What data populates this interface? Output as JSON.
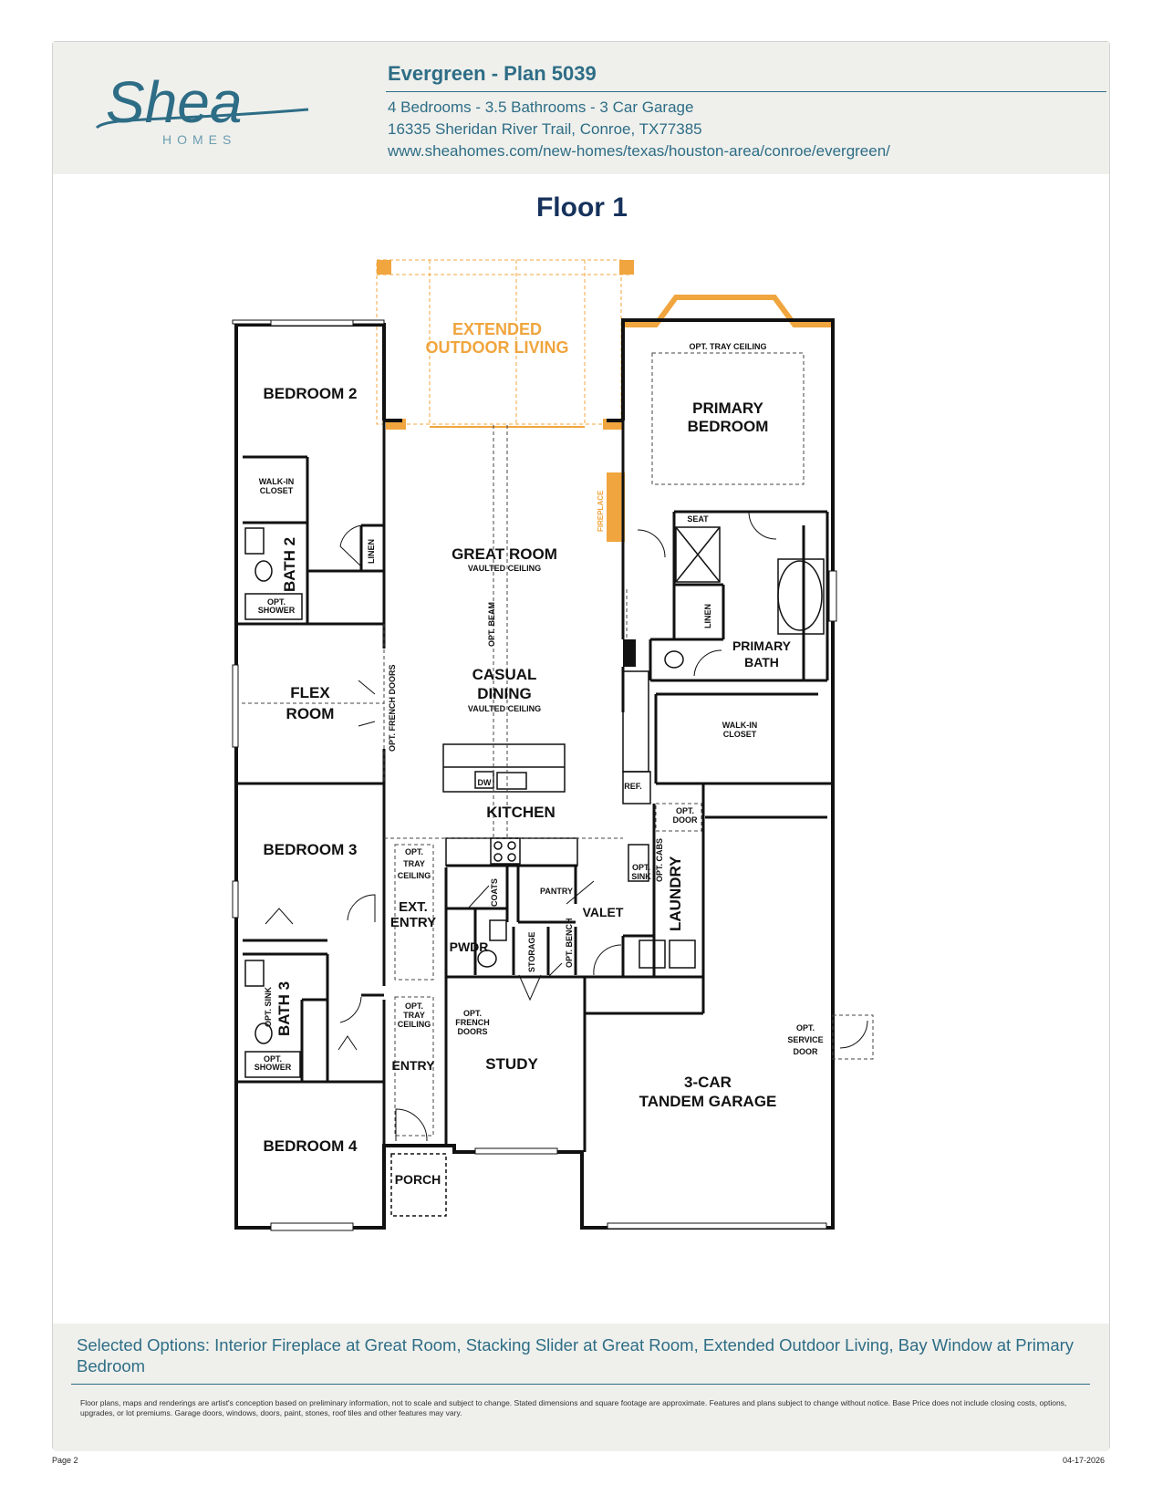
{
  "header": {
    "brand_main": "Shea",
    "brand_sub": "HOMES",
    "plan_title": "Evergreen - Plan 5039",
    "specs": "4 Bedrooms - 3.5 Bathrooms - 3 Car Garage",
    "address": "16335 Sheridan River Trail, Conroe, TX77385",
    "url": "www.sheahomes.com/new-homes/texas/houston-area/conroe/evergreen/",
    "brand_color": "#2e6d86"
  },
  "floor_title": "Floor 1",
  "rooms": {
    "extended_outdoor_1": "EXTENDED",
    "extended_outdoor_2": "OUTDOOR LIVING",
    "bedroom2": "BEDROOM 2",
    "walkin_closet_a1": "WALK-IN",
    "walkin_closet_a2": "CLOSET",
    "bath2": "BATH 2",
    "linen_a": "LINEN",
    "opt_shower_a1": "OPT.",
    "opt_shower_a2": "SHOWER",
    "great_room": "GREAT ROOM",
    "vaulted_a": "VAULTED CEILING",
    "opt_beam": "OPT. BEAM",
    "fireplace": "FIREPLACE",
    "opt_tray_ceiling_primary": "OPT. TRAY CEILING",
    "primary_bedroom_1": "PRIMARY",
    "primary_bedroom_2": "BEDROOM",
    "seat": "SEAT",
    "linen_b": "LINEN",
    "primary_bath_1": "PRIMARY",
    "primary_bath_2": "BATH",
    "flex_room_1": "FLEX",
    "flex_room_2": "ROOM",
    "opt_french_doors_a": "OPT. FRENCH DOORS",
    "casual_dining_1": "CASUAL",
    "casual_dining_2": "DINING",
    "vaulted_b": "VAULTED CEILING",
    "walkin_closet_b1": "WALK-IN",
    "walkin_closet_b2": "CLOSET",
    "dw": "DW",
    "ref": "REF.",
    "kitchen": "KITCHEN",
    "opt_door_1": "OPT.",
    "opt_door_2": "DOOR",
    "bedroom3": "BEDROOM 3",
    "opt_tray_a1": "OPT.",
    "opt_tray_a2": "TRAY",
    "opt_tray_a3": "CEILING",
    "coats": "COATS",
    "pantry": "PANTRY",
    "opt_sink_a1": "OPT.",
    "opt_sink_a2": "SINK",
    "opt_cabs": "OPT. CABS",
    "laundry": "LAUNDRY",
    "ext_entry_1": "EXT.",
    "ext_entry_2": "ENTRY",
    "valet": "VALET",
    "pwdr": "PWDR",
    "storage": "STORAGE",
    "opt_bench": "OPT. BENCH",
    "bath3": "BATH 3",
    "opt_sink_b": "OPT. SINK",
    "opt_tray_b1": "OPT.",
    "opt_tray_b2": "TRAY",
    "opt_tray_b3": "CEILING",
    "opt_french_b1": "OPT.",
    "opt_french_b2": "FRENCH",
    "opt_french_b3": "DOORS",
    "opt_service_1": "OPT.",
    "opt_service_2": "SERVICE",
    "opt_service_3": "DOOR",
    "opt_shower_b1": "OPT.",
    "opt_shower_b2": "SHOWER",
    "entry": "ENTRY",
    "study": "STUDY",
    "garage_1": "3-CAR",
    "garage_2": "TANDEM GARAGE",
    "bedroom4": "BEDROOM 4",
    "porch": "PORCH"
  },
  "colors": {
    "wall": "#111111",
    "option": "#f0a53e",
    "title": "#16325c"
  },
  "footer": {
    "selected_options": "Selected Options: Interior Fireplace at Great Room, Stacking Slider at Great Room, Extended Outdoor Living, Bay Window at Primary Bedroom",
    "disclaimer": "Floor plans, maps and renderings are artist's conception based on preliminary information, not to scale and subject to change. Stated dimensions and square footage are approximate. Features and plans subject to change without notice. Base Price does not include closing costs, options, upgrades, or lot premiums. Garage doors, windows, doors, paint, stones, roof tiles and other features may vary.",
    "page": "Page 2",
    "date": "04-17-2026"
  }
}
